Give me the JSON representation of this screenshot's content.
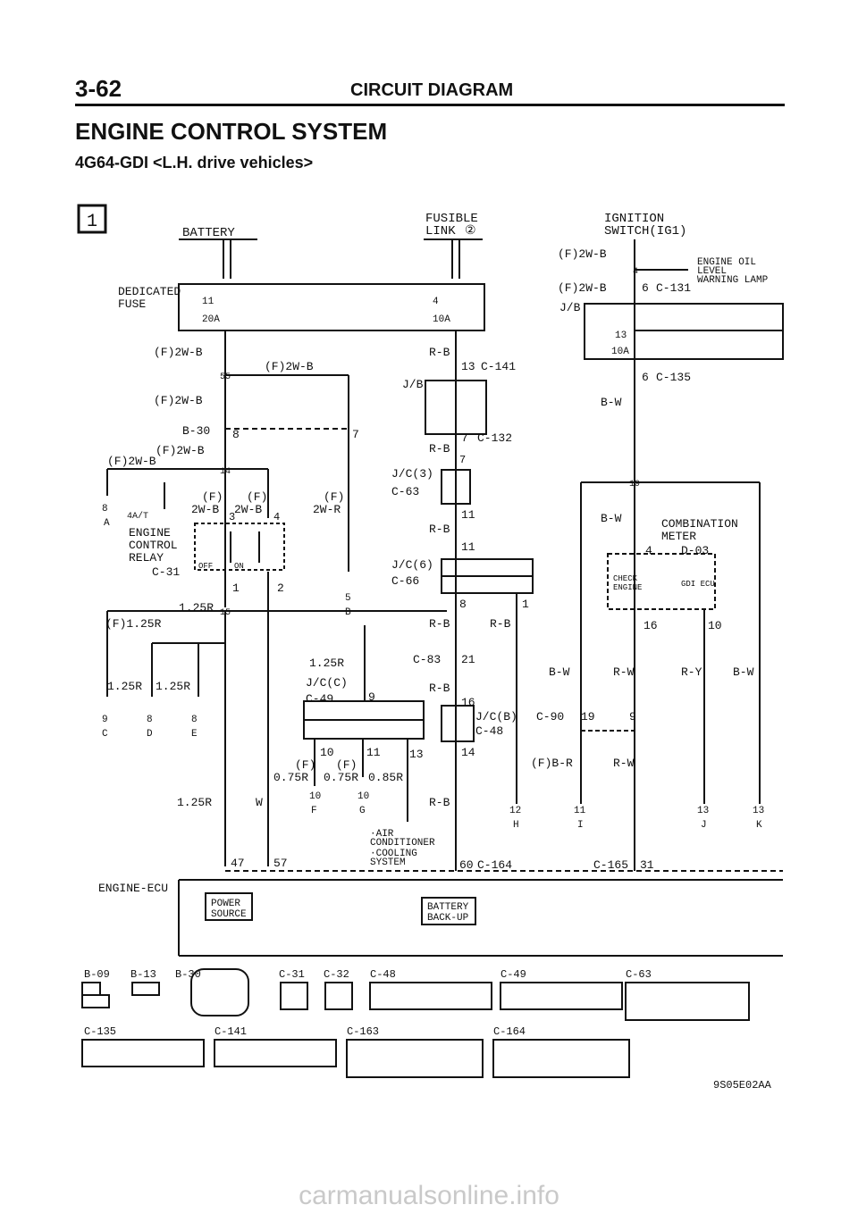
{
  "header": {
    "page_number": "3-62",
    "page_title": "CIRCUIT DIAGRAM",
    "section_title": "ENGINE CONTROL SYSTEM",
    "section_subtitle": "4G64-GDI <L.H. drive vehicles>"
  },
  "diagram": {
    "sheet_index": "1",
    "components": {
      "battery": "BATTERY",
      "fusible_link_1": "FUSIBLE",
      "fusible_link_2": "LINK",
      "ignition_switch_1": "IGNITION",
      "ignition_switch_2": "SWITCH(IG1)",
      "dedicated_fuse_1": "DEDICATED",
      "dedicated_fuse_2": "FUSE",
      "engine_control_relay_1": "ENGINE",
      "engine_control_relay_2": "CONTROL",
      "engine_control_relay_3": "RELAY",
      "combination_meter_1": "COMBINATION",
      "combination_meter_2": "METER",
      "engine_ecu": "ENGINE-ECU",
      "oil_lamp_1": "ENGINE OIL",
      "oil_lamp_2": "LEVEL",
      "oil_lamp_3": "WARNING LAMP",
      "check_engine_1": "CHECK",
      "check_engine_2": "ENGINE",
      "gdi_ecu": "GDI ECU",
      "power_source_1": "POWER",
      "power_source_2": "SOURCE",
      "battery_backup_1": "BATTERY",
      "battery_backup_2": "BACK-UP",
      "ac_1": "·AIR",
      "ac_2": "CONDITIONER",
      "ac_3": "·COOLING",
      "ac_4": "SYSTEM",
      "relay_off": "OFF",
      "relay_on": "ON",
      "relay_4a": "4A/T"
    },
    "fuses": {
      "fuse_11": "11",
      "fuse_11_amp": "20A",
      "fuse_4": "4",
      "fuse_4_amp": "10A",
      "fuse_13": "13",
      "fuse_13_amp": "10A",
      "fusible_circle": "②"
    },
    "wires": {
      "f2wb_1": "(F)2W-B",
      "f2wb_2": "(F)2W-B",
      "f2wb_3": "(F)2W-B",
      "f2wb_4": "(F)2W-B",
      "f2wb_5": "(F)2W-B",
      "f_a": "(F)",
      "f_a2": "2W-B",
      "f_b": "(F)",
      "f_b2": "2W-B",
      "f_c": "(F)",
      "f_c2": "2W-R",
      "r_125": "1.25R",
      "f_125r": "(F)1.25R",
      "r_125b": "1.25R",
      "r_125c": "1.25R",
      "r_125d": "1.25R",
      "r_125e": "1.25R",
      "w": "W",
      "rb_1": "R-B",
      "rb_2": "R-B",
      "rb_3": "R-B",
      "rb_4": "R-B",
      "rb_5": "R-B",
      "rb_6": "R-B",
      "rb_7": "R-B",
      "f_075a": "(F)",
      "f_075a2": "0.75R",
      "f_075b": "(F)",
      "f_075b2": "0.75R",
      "r_085": "0.85R",
      "ig_f2wb1": "(F)2W-B",
      "ig_f2wb2": "(F)2W-B",
      "jb_ig": "J/B",
      "bw_1": "B-W",
      "bw_2": "B-W",
      "bw_3": "B-W",
      "bw_4": "B-W",
      "rw_1": "R-W",
      "rw_2": "R-W",
      "ry": "R-Y",
      "fbr": "(F)B-R"
    },
    "junctions": {
      "jb_1": "J/B",
      "jc3": "J/C(3)",
      "jc6": "J/C(6)",
      "jcc": "J/C(C)",
      "jcb": "J/C(B)",
      "j55": "55",
      "j14": "14",
      "j15": "15",
      "j19": "19"
    },
    "connectors": {
      "b30": "B-30",
      "c31": "C-31",
      "c141": "C-141",
      "c132": "C-132",
      "c63": "C-63",
      "c66": "C-66",
      "c83": "C-83",
      "c49": "C-49",
      "c48": "C-48",
      "c164": "C-164",
      "c131": "C-131",
      "c135": "C-135",
      "d03": "D-03",
      "c90": "C-90",
      "c165": "C-165"
    },
    "pins": {
      "p8": "8",
      "p7": "7",
      "p13": "13",
      "p7b": "7",
      "p7c": "7",
      "p3": "3",
      "p4": "4",
      "p1": "1",
      "p2": "2",
      "p11a": "11",
      "p11b": "11",
      "p8b": "8",
      "p1b": "1",
      "p21": "21",
      "p16": "16",
      "p9": "9",
      "p10": "10",
      "p11c": "11",
      "p13b": "13",
      "p14": "14",
      "p47": "47",
      "p57": "57",
      "p60": "60",
      "p6a": "6",
      "p6b": "6",
      "p4b": "4",
      "p16b": "16",
      "p10b": "10",
      "p19": "19",
      "p9b": "9",
      "p31": "31",
      "p4c": "4"
    },
    "refs": {
      "r8a": "8",
      "ra": "A",
      "r5": "5",
      "rb": "B",
      "r9": "9",
      "rc": "C",
      "r8d": "8",
      "rd": "D",
      "r8e": "8",
      "re": "E",
      "r10f": "10",
      "rf": "F",
      "r10g": "10",
      "rg": "G",
      "r12": "12",
      "rh": "H",
      "r11": "11",
      "ri": "I",
      "r13j": "13",
      "rj": "J",
      "r13k": "13",
      "rk": "K"
    },
    "connector_views": {
      "a1": "B-09",
      "a2": "B-13",
      "a3": "B-30",
      "a4": "C-31",
      "a5": "C-32",
      "a6": "C-48",
      "a7": "C-49",
      "a8": "C-63",
      "b1": "C-135",
      "b2": "C-141",
      "b3": "C-163",
      "b4": "C-164"
    },
    "figure_code": "9S05E02AA"
  },
  "watermark": "carmanualsonline.info"
}
